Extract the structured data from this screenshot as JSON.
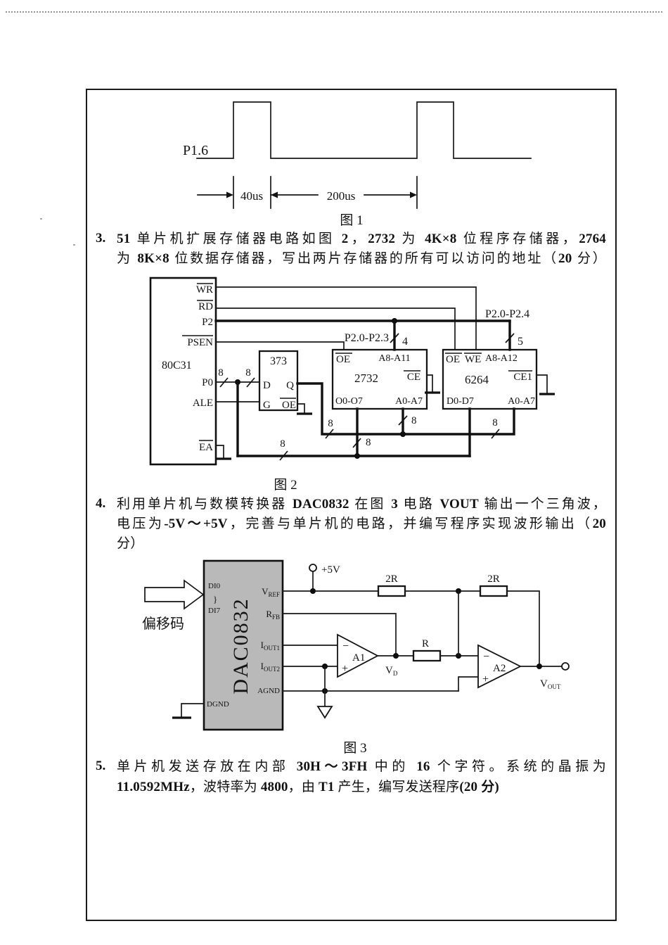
{
  "fig1": {
    "signal": "P1.6",
    "t40": "40us",
    "t200": "200us",
    "caption": "图 1"
  },
  "q3": {
    "no": "3.",
    "l1": [
      {
        "t": "51",
        "b": true
      },
      {
        "t": " 单片机扩展存储器电路如图 ",
        "b": false
      },
      {
        "t": "2",
        "b": true
      },
      {
        "t": "，",
        "b": false
      },
      {
        "t": "2732",
        "b": true
      },
      {
        "t": " 为 ",
        "b": false
      },
      {
        "t": "4K×8",
        "b": true
      },
      {
        "t": " 位程序存储器，",
        "b": false
      },
      {
        "t": "2764",
        "b": true
      }
    ],
    "l2": [
      {
        "t": "为 ",
        "b": false
      },
      {
        "t": "8K×8",
        "b": true
      },
      {
        "t": " 位数据存储器，写出两片存储器的所有可以访问的地址（",
        "b": false
      },
      {
        "t": "20",
        "b": true
      },
      {
        "t": " 分）",
        "b": false
      }
    ]
  },
  "fig2": {
    "mcu": "80C31",
    "wr": "WR",
    "rd": "RD",
    "p2": "P2",
    "psen": "PSEN",
    "p0": "P0",
    "ale": "ALE",
    "ea": "EA",
    "latch": "373",
    "d": "D",
    "q": "Q",
    "g": "G",
    "oe": "OE",
    "rom": "2732",
    "rom_addr_hi": "A8-A11",
    "ce": "CE",
    "rom_data": "O0-O7",
    "addr_lo": "A0-A7",
    "ram": "6264",
    "we": "WE",
    "ram_addr_hi": "A8-A12",
    "ce1": "CE1",
    "ram_data": "D0-D7",
    "p20_23": "P2.0-P2.3",
    "p20_24": "P2.0-P2.4",
    "n4": "4",
    "n5": "5",
    "n8": "8",
    "caption": "图 2"
  },
  "q4": {
    "no": "4.",
    "l1": [
      {
        "t": "利用单片机与数模转换器 ",
        "b": false
      },
      {
        "t": "DAC0832",
        "b": true
      },
      {
        "t": " 在图 ",
        "b": false
      },
      {
        "t": "3",
        "b": true
      },
      {
        "t": " 电路 ",
        "b": false
      },
      {
        "t": "VOUT",
        "b": true
      },
      {
        "t": " 输出一个三角波，",
        "b": false
      }
    ],
    "l2": [
      {
        "t": "电压为",
        "b": false
      },
      {
        "t": "-5V～+5V",
        "b": true
      },
      {
        "t": "，完善与单片机的电路，并编写程序实现波形输出（",
        "b": false
      },
      {
        "t": "20",
        "b": true
      }
    ],
    "l3": [
      {
        "t": "分）",
        "b": false
      }
    ]
  },
  "fig3": {
    "chip": "DAC0832",
    "di0": "DI0",
    "di7": "DI7",
    "brace": "}",
    "offset": "偏移码",
    "plus5": "+5V",
    "vref": {
      "m": "V",
      "s": "REF"
    },
    "rfb": {
      "m": "R",
      "s": "FB"
    },
    "iout1": {
      "m": "I",
      "s": "OUT1"
    },
    "iout2": {
      "m": "I",
      "s": "OUT2"
    },
    "agnd": "AGND",
    "dgnd": "DGND",
    "r2": "2R",
    "r": "R",
    "vd": {
      "m": "V",
      "s": "D"
    },
    "vout": {
      "m": "V",
      "s": "OUT"
    },
    "a1": "A1",
    "a2": "A2",
    "minus": "−",
    "plus": "+",
    "caption": "图 3"
  },
  "q5": {
    "no": "5.",
    "l1": [
      {
        "t": "单片机发送存放在内部 ",
        "b": false
      },
      {
        "t": "30H～3FH",
        "b": true
      },
      {
        "t": " 中的 ",
        "b": false
      },
      {
        "t": "16",
        "b": true
      },
      {
        "t": " 个字符。系统的晶振为",
        "b": false
      }
    ],
    "l2": [
      {
        "t": "11.0592MHz",
        "b": true
      },
      {
        "t": "，波特率为 ",
        "b": false
      },
      {
        "t": "4800",
        "b": true
      },
      {
        "t": "，由 ",
        "b": false
      },
      {
        "t": "T1",
        "b": true
      },
      {
        "t": " 产生，编写发送程序",
        "b": false
      },
      {
        "t": "(20 分)",
        "b": true
      }
    ]
  }
}
